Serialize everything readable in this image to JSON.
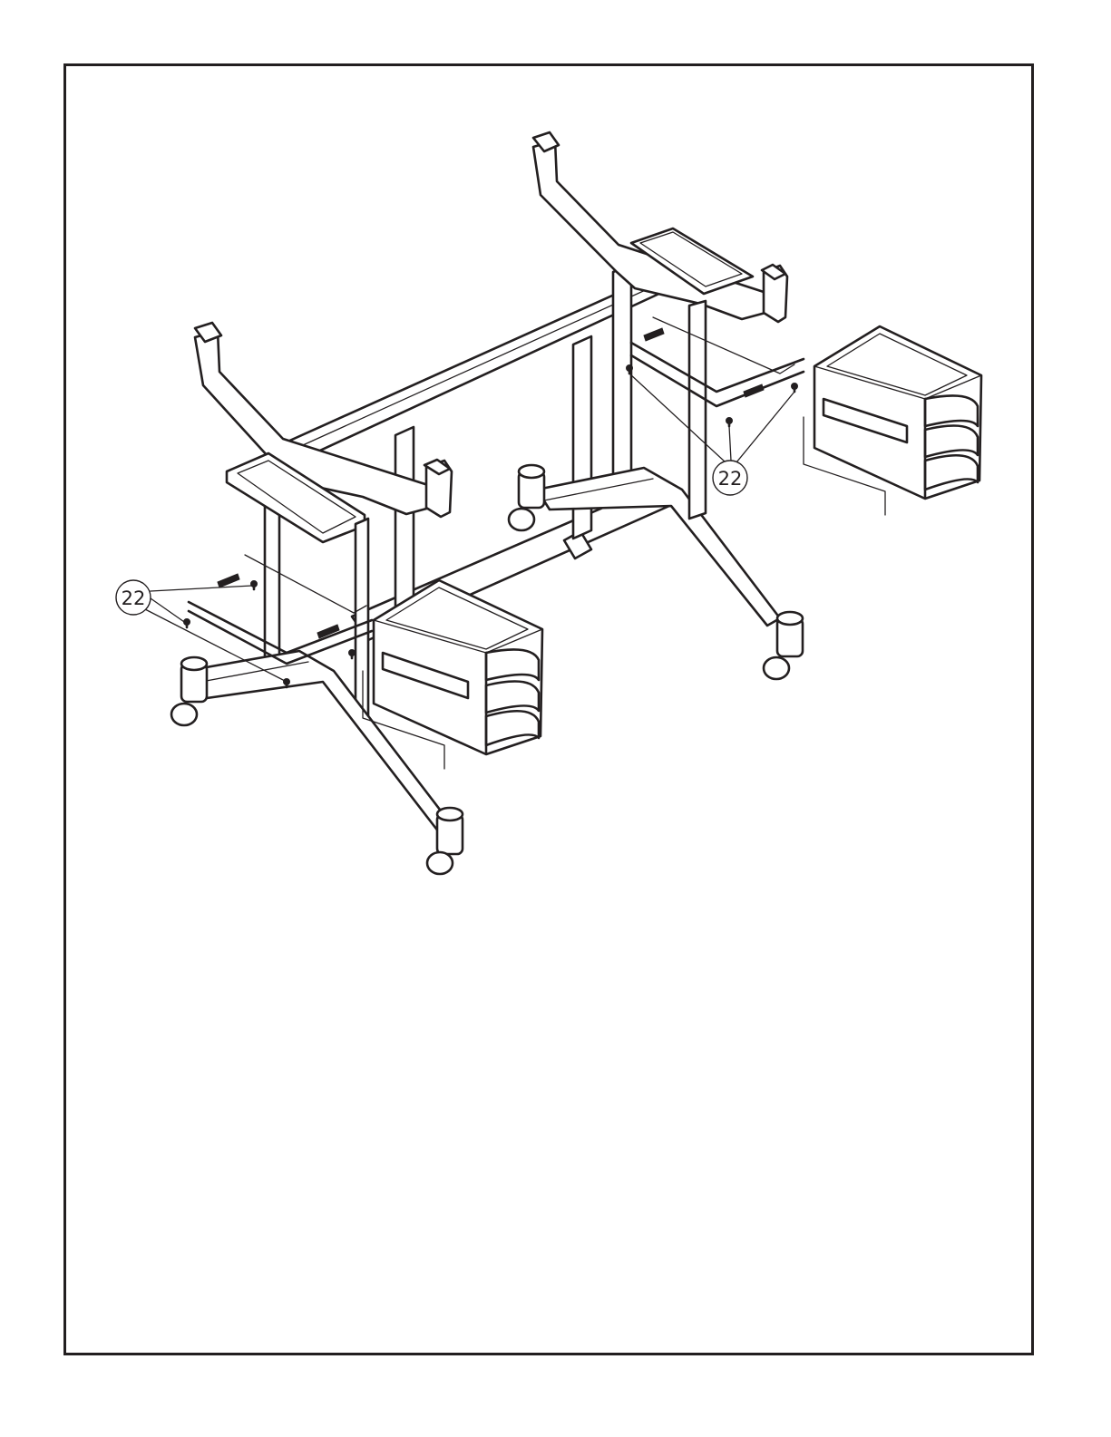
{
  "diagram": {
    "callouts": [
      {
        "id": "callout-right",
        "label": "22"
      },
      {
        "id": "callout-left",
        "label": "22"
      }
    ],
    "colors": {
      "line": "#231f20",
      "background": "#ffffff"
    }
  }
}
